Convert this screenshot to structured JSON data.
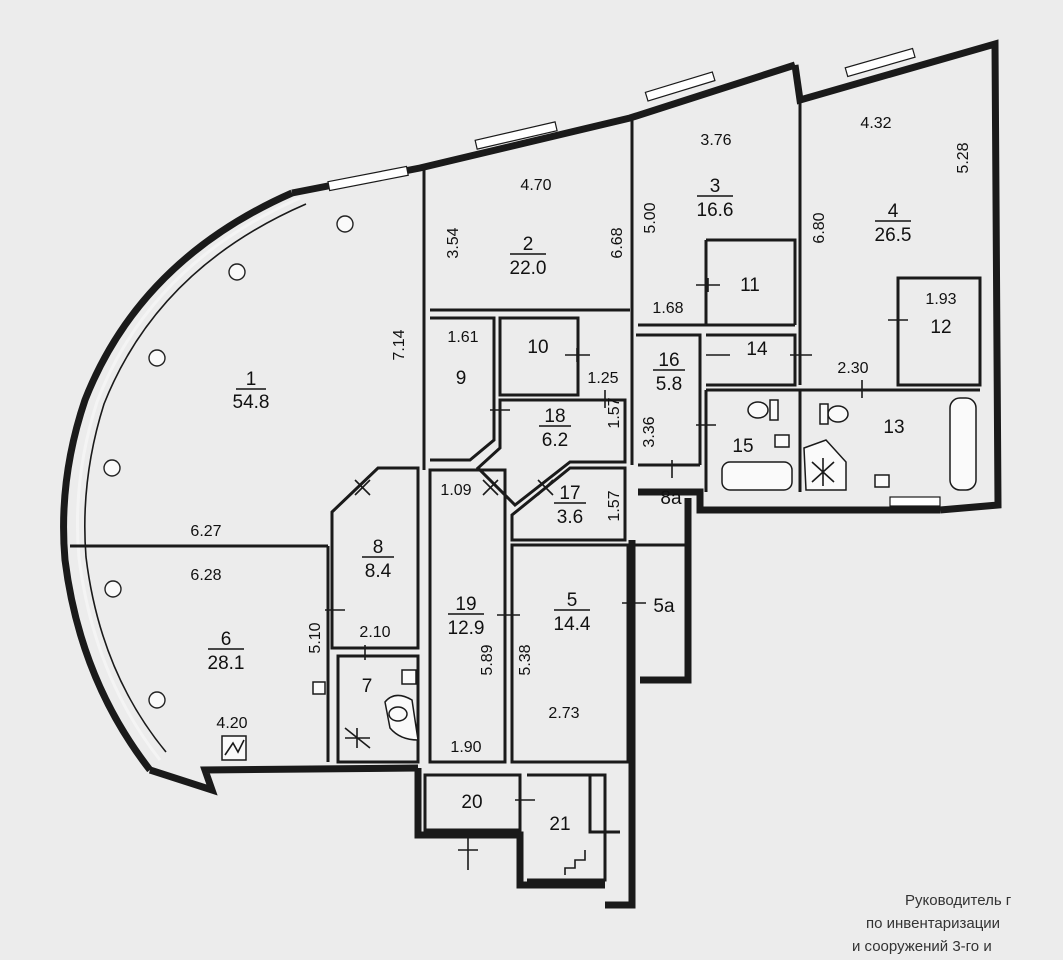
{
  "rooms": [
    {
      "num": "1",
      "area": "54.8"
    },
    {
      "num": "2",
      "area": "22.0"
    },
    {
      "num": "3",
      "area": "16.6"
    },
    {
      "num": "4",
      "area": "26.5"
    },
    {
      "num": "5",
      "area": "14.4"
    },
    {
      "num": "5а",
      "area": ""
    },
    {
      "num": "6",
      "area": "28.1"
    },
    {
      "num": "7",
      "area": ""
    },
    {
      "num": "8",
      "area": "8.4"
    },
    {
      "num": "8а",
      "area": ""
    },
    {
      "num": "9",
      "area": ""
    },
    {
      "num": "10",
      "area": ""
    },
    {
      "num": "11",
      "area": ""
    },
    {
      "num": "12",
      "area": ""
    },
    {
      "num": "13",
      "area": ""
    },
    {
      "num": "14",
      "area": ""
    },
    {
      "num": "15",
      "area": ""
    },
    {
      "num": "16",
      "area": "5.8"
    },
    {
      "num": "17",
      "area": "3.6"
    },
    {
      "num": "18",
      "area": "6.2"
    },
    {
      "num": "19",
      "area": "12.9"
    },
    {
      "num": "20",
      "area": ""
    },
    {
      "num": "21",
      "area": ""
    }
  ],
  "dimensions": {
    "d1": "4.70",
    "d2": "3.54",
    "d3": "6.68",
    "d4": "3.76",
    "d5": "5.00",
    "d6": "4.32",
    "d7": "6.80",
    "d8": "5.28",
    "d9": "7.14",
    "d10": "1.61",
    "d11": "1.68",
    "d12": "1.93",
    "d13": "1.25",
    "d14": "1.57",
    "d15": "3.36",
    "d16": "2.30",
    "d17": "1.09",
    "d18": "1.57",
    "d19": "6.27",
    "d20": "6.28",
    "d21": "5.10",
    "d22": "2.10",
    "d23": "5.89",
    "d24": "5.38",
    "d25": "2.73",
    "d26": "4.20",
    "d27": "1.90"
  },
  "caption": {
    "line1": "Руководитель г",
    "line2": "по инвентаризации",
    "line3": "и сооружений 3-го и"
  }
}
